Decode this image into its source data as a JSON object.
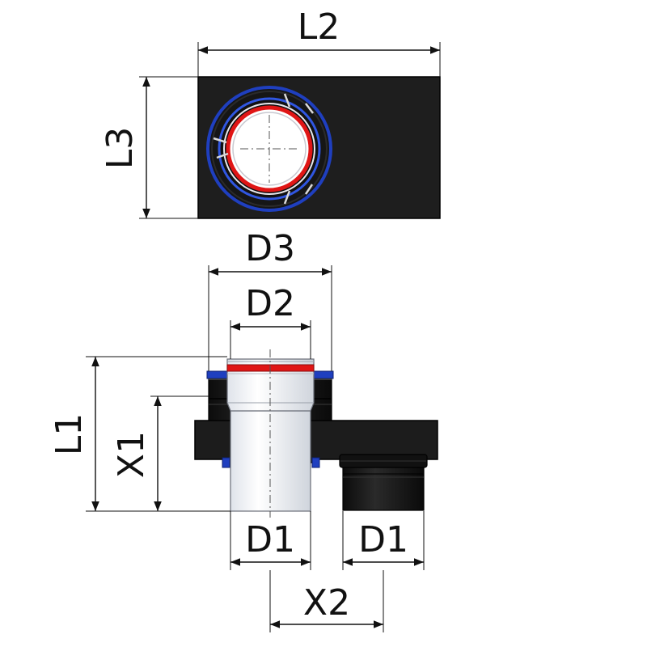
{
  "colors": {
    "body": "#1e1e1e",
    "body_edge": "#000000",
    "blue_ring": "#1f3fbf",
    "red_ring": "#e01515",
    "white_pipe": "#f4f6fa",
    "dimension_line": "#111111"
  },
  "dimensions": {
    "L2": "L2",
    "L3": "L3",
    "D3": "D3",
    "D2": "D2",
    "L1": "L1",
    "X1": "X1",
    "D1_left": "D1",
    "D1_right": "D1",
    "X2": "X2"
  }
}
